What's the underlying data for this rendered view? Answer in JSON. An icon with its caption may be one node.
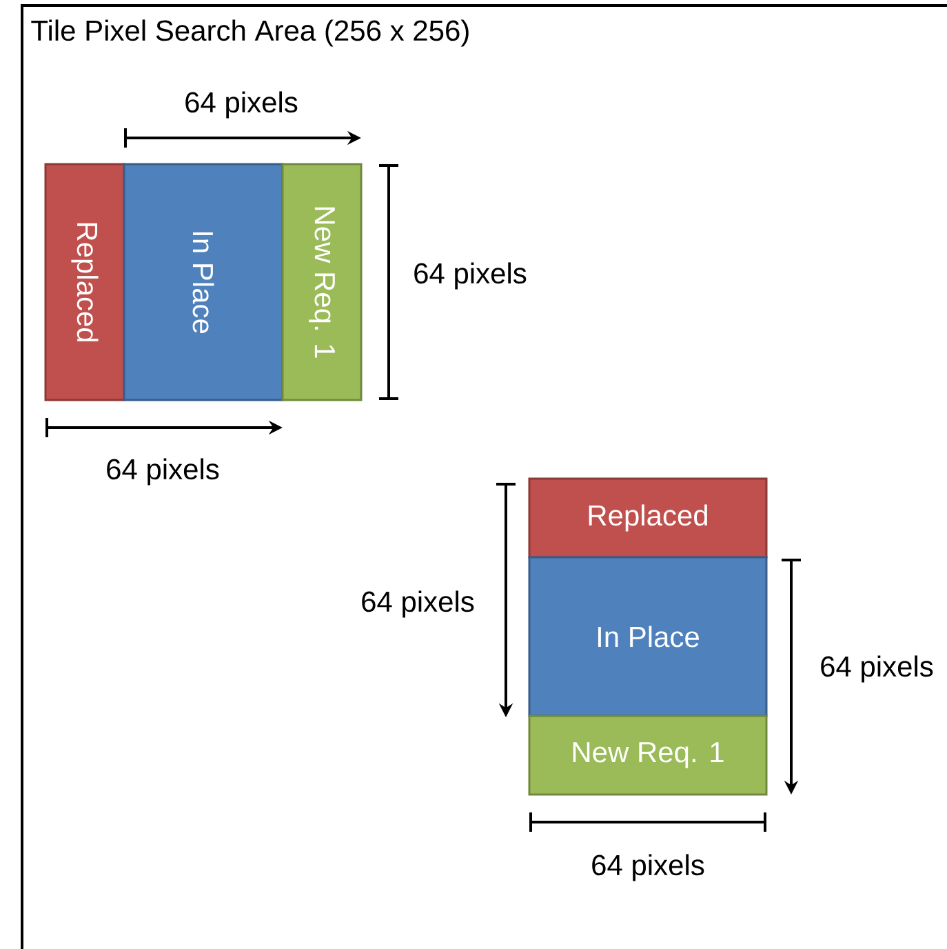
{
  "diagram": {
    "nodes": [
      {
        "text": [
          "Tile Pixel Search Area (256 x 256)"
        ]
      },
      {
        "text": [
          "Replaced"
        ],
        "in": 0
      },
      {
        "text": [
          "In Place"
        ],
        "in": 0
      },
      {
        "text": [
          "New Req. 1"
        ],
        "in": 0
      },
      {
        "text": [
          "Replaced"
        ],
        "in": 0
      },
      {
        "text": [
          "In Place"
        ],
        "in": 0
      },
      {
        "text": [
          "New Req. 1"
        ],
        "in": 0
      }
    ],
    "labels": [
      "64 pixels",
      "64 pixels",
      "64 pixels",
      "64 pixels",
      "64 pixels",
      "64 pixels"
    ]
  }
}
